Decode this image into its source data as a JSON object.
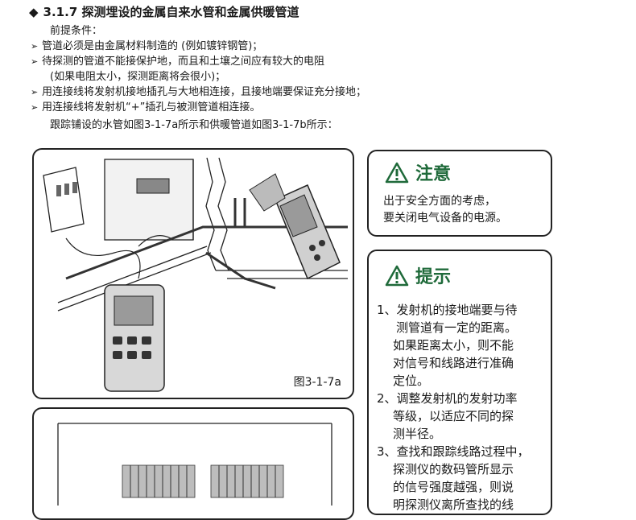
{
  "heading": {
    "bullet": "◆",
    "text": "3.1.7 探测埋设的金属自来水管和金属供暖管道"
  },
  "prereq_title": "前提条件：",
  "bullets": [
    "管道必须是由金属材料制造的 (例如镀锌钢管)；",
    "待探测的管道不能接保护地，而且和土壤之间应有较大的电阻",
    "(如果电阻太小，探测距离将会很小)；",
    "用连接线将发射机接地插孔与大地相连接，且接地端要保证充分接地；",
    "用连接线将发射机“+”插孔与被测管道相连接。",
    "跟踪铺设的水管如图3-1-7a所示和供暖管道如图3-1-7b所示："
  ],
  "figure_label": "图3-1-7a",
  "notice": {
    "title": "注意",
    "lines": [
      "出于安全方面的考虑，",
      "要关闭电气设备的电源。"
    ]
  },
  "tips": {
    "title": "提示",
    "lines": [
      "1、发射机的接地端要与待",
      "测管道有一定的距离。",
      "如果距离太小，则不能",
      "对信号和线路进行准确",
      "定位。",
      "2、调整发射机的发射功率",
      "等级，以适应不同的探",
      "测半径。",
      "3、查找和跟踪线路过程中，",
      "探测仪的数码管所显示",
      "的信号强度越强，则说",
      "明探测仪离所查找的线"
    ]
  },
  "colors": {
    "accent_green": "#1f6a3a",
    "border": "#222222"
  }
}
